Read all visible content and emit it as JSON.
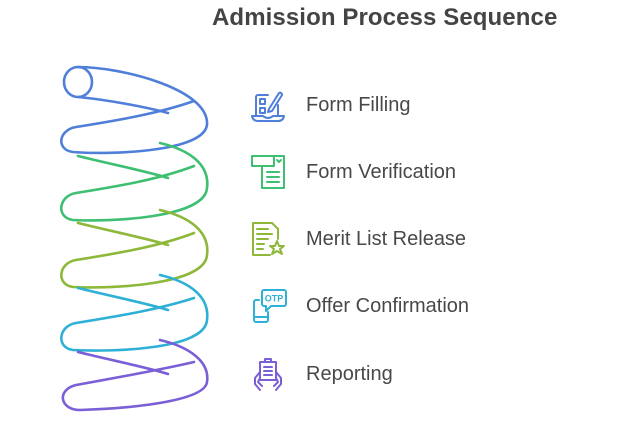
{
  "title": "Admission Process Sequence",
  "steps": [
    {
      "label": "Form Filling",
      "icon": "laptop-form-pencil-icon",
      "color": "#4f7fd9"
    },
    {
      "label": "Form Verification",
      "icon": "form-check-icon",
      "color": "#3ebf72"
    },
    {
      "label": "Merit List Release",
      "icon": "document-star-icon",
      "color": "#8db83a"
    },
    {
      "label": "Offer Confirmation",
      "icon": "phone-otp-icon",
      "color": "#2fb0d6"
    },
    {
      "label": "Reporting",
      "icon": "hands-clipboard-icon",
      "color": "#7b5fd6"
    }
  ]
}
